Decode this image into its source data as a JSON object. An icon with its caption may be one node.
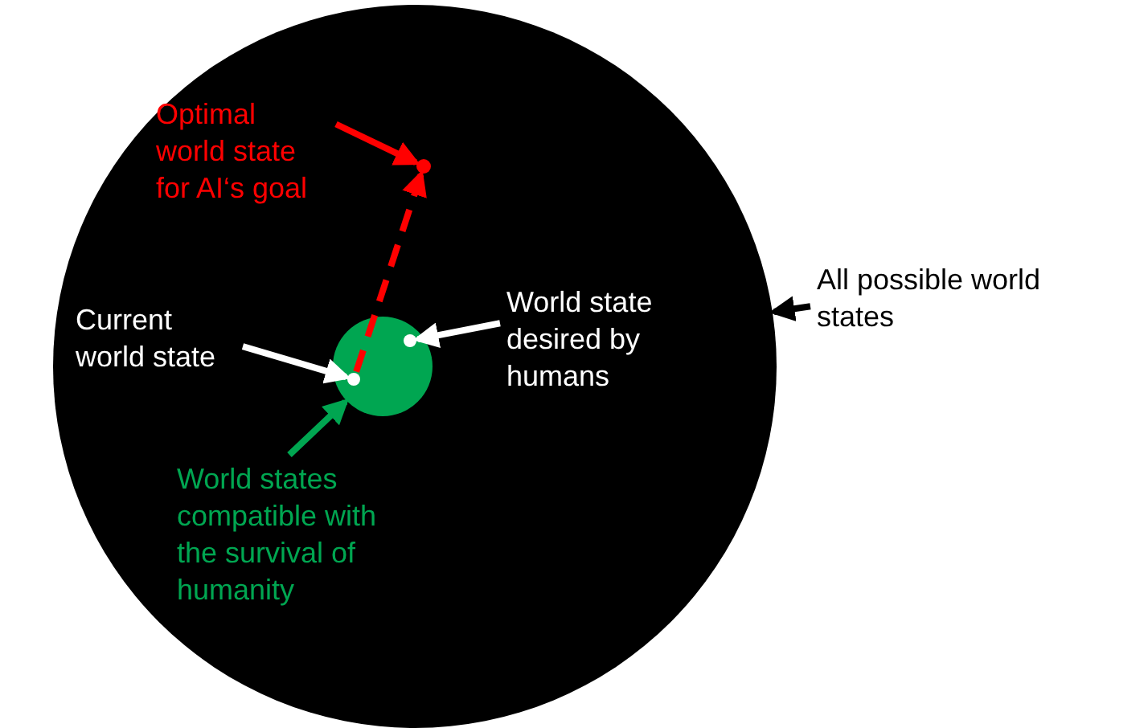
{
  "diagram": {
    "nodes": [
      {
        "text": [],
        "shape": "circle"
      },
      {
        "text": [
          "All possible world states"
        ]
      },
      {
        "text": [],
        "shape": "circle",
        "in": 0
      },
      {
        "text": [
          "Optimal world state for AI‘s goal"
        ],
        "in": 0
      },
      {
        "text": [],
        "shape": "circle",
        "in": 0
      },
      {
        "text": [
          "Current world state"
        ],
        "in": 0
      },
      {
        "text": [],
        "shape": "circle",
        "in": 2
      },
      {
        "text": [
          "World state desired by humans"
        ],
        "in": 0
      },
      {
        "text": [],
        "shape": "circle",
        "in": 2
      },
      {
        "text": [
          "World states compatible with the survival of humanity"
        ],
        "in": 0
      }
    ],
    "edges": [
      {
        "from": 1,
        "to": 0,
        "arrow": "to",
        "color": "#000000"
      },
      {
        "from": 3,
        "to": 4,
        "arrow": "to",
        "color": "#ff0000"
      },
      {
        "from": 5,
        "to": 6,
        "arrow": "to",
        "color": "#ffffff"
      },
      {
        "from": 7,
        "to": 8,
        "arrow": "to",
        "color": "#ffffff"
      },
      {
        "from": 9,
        "to": 2,
        "arrow": "to",
        "color": "#00a651"
      },
      {
        "from": 6,
        "to": 4,
        "arrow": "to",
        "style": "dashed",
        "color": "#ff0000"
      }
    ]
  }
}
